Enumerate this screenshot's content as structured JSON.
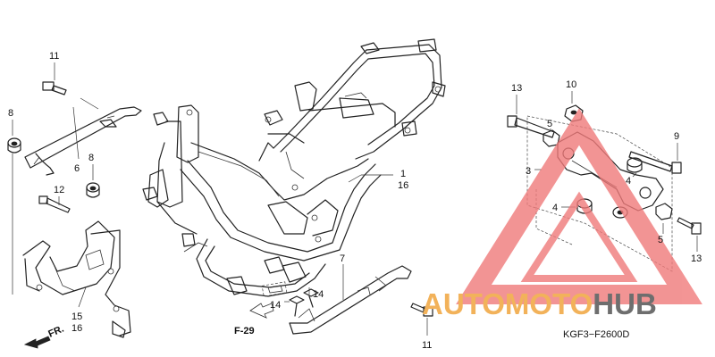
{
  "callouts": {
    "c1": "1",
    "c16": "16",
    "c3": "3",
    "c4a": "4",
    "c4b": "4",
    "c5a": "5",
    "c5b": "5",
    "c6": "6",
    "c7": "7",
    "c8a": "8",
    "c8b": "8",
    "c9": "9",
    "c10": "10",
    "c11a": "11",
    "c11b": "11",
    "c12": "12",
    "c13a": "13",
    "c13b": "13",
    "c14a": "14",
    "c14b": "14",
    "c15": "15",
    "c16b": "16"
  },
  "ref_page": "F-29",
  "front_arrow": "FR.",
  "diagram_code": "KGF3−F2600D",
  "watermark": {
    "auto": "AUTO",
    "moto": "MOTO",
    "hub": "HUB",
    "color_auto": "#f2b25a",
    "color_moto": "#f2b25a",
    "color_hub": "#6e6e6e",
    "triangle_color": "#f07a7a"
  }
}
